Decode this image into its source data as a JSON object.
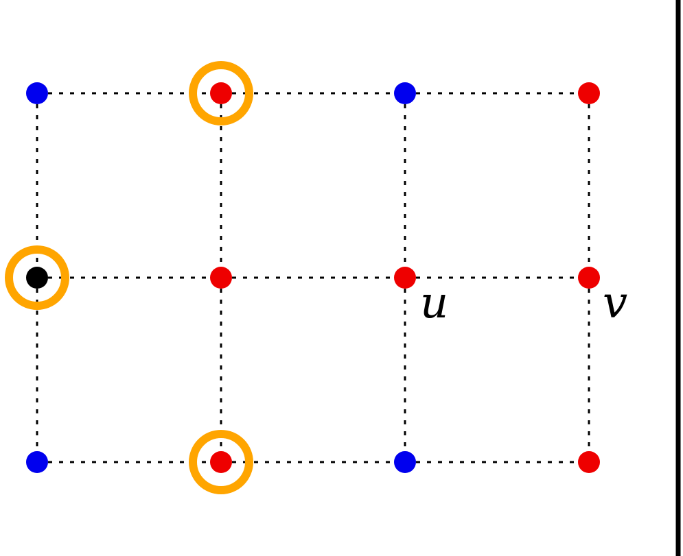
{
  "colors": {
    "blue": "#0000ee",
    "red": "#ee0000",
    "black": "#000000",
    "orange": "#ffa500"
  },
  "grid": {
    "columns": 4,
    "rows": 3
  },
  "nodes": [
    {
      "id": "n00",
      "col": 0,
      "row": 0,
      "color": "blue"
    },
    {
      "id": "n10",
      "col": 1,
      "row": 0,
      "color": "red",
      "highlighted": true
    },
    {
      "id": "n20",
      "col": 2,
      "row": 0,
      "color": "blue"
    },
    {
      "id": "n30",
      "col": 3,
      "row": 0,
      "color": "red"
    },
    {
      "id": "n01",
      "col": 0,
      "row": 1,
      "color": "black",
      "highlighted": true
    },
    {
      "id": "n11",
      "col": 1,
      "row": 1,
      "color": "red"
    },
    {
      "id": "n21",
      "col": 2,
      "row": 1,
      "color": "red",
      "label": "u"
    },
    {
      "id": "n31",
      "col": 3,
      "row": 1,
      "color": "red",
      "label": "v"
    },
    {
      "id": "n02",
      "col": 0,
      "row": 2,
      "color": "blue"
    },
    {
      "id": "n12",
      "col": 1,
      "row": 2,
      "color": "red",
      "highlighted": true
    },
    {
      "id": "n22",
      "col": 2,
      "row": 2,
      "color": "blue"
    },
    {
      "id": "n32",
      "col": 3,
      "row": 2,
      "color": "red"
    }
  ],
  "labels": {
    "u": "u",
    "v": "v"
  }
}
